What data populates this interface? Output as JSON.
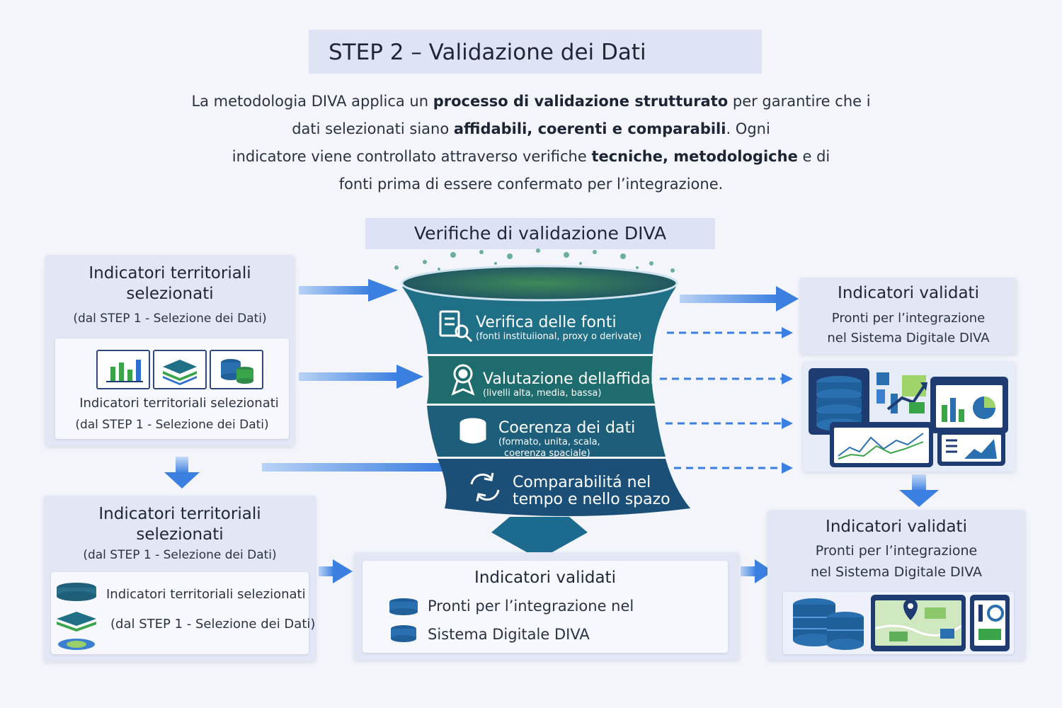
{
  "header": {
    "title": "STEP 2 – Validazione dei Dati"
  },
  "intro": {
    "line1_a": "La metodologia DIVA applica un ",
    "line1_b": "processo di validazione strutturato",
    "line1_c": " per garantire che i",
    "line2_a": "dati selezionati siano ",
    "line2_b": "affidabili, coerenti e comparabili",
    "line2_c": ". Ogni",
    "line3_a": "indicatore viene controllato attraverso verifiche ",
    "line3_b": "tecniche, metodologiche",
    "line3_c": " e di",
    "line4": "fonti prima di essere confermato per l’integrazione."
  },
  "funnel": {
    "title": "Verifiche di validazione DIVA",
    "stages": [
      {
        "title": "Verifica delle fonti",
        "subtitle": "(fonti instituiional, proxy o derivate)",
        "icon": "document-search-icon"
      },
      {
        "title": "Valutazione dellaffidab",
        "subtitle": "(livelli alta, media, bassa)",
        "icon": "award-ribbon-icon"
      },
      {
        "title": "Coerenza dei dati",
        "subtitle1": "(formato, unita, scala,",
        "subtitle2": "coerenza spaciale)",
        "icon": "database-icon"
      },
      {
        "title1": "Comparabilitá nel",
        "title2": "tempo e nello spazo",
        "icon": "refresh-icon"
      }
    ],
    "colors": [
      "#1f6f86",
      "#1e6c6e",
      "#1d5f7a",
      "#1b4f78"
    ]
  },
  "left_top": {
    "title1": "Indicatori territoriali",
    "title2": "selezionati",
    "subtitle": "(dal STEP 1 - Selezione dei Dati)",
    "inner_title": "Indicatori territoriali selezionati",
    "inner_subtitle": "(dal STEP 1 - Selezione dei Dati)",
    "icons": [
      "bar-chart-icon",
      "layers-icon",
      "database-stack-icon"
    ]
  },
  "left_bottom": {
    "title1": "Indicatori territoriali",
    "title2": "selezionati",
    "subtitle": "(dal STEP 1 - Selezione dei Dati)",
    "item1": "Indicatori territoriali selezionati",
    "item2": "(dal STEP 1 - Selezione dei Dati)"
  },
  "center_bottom": {
    "title": "Indicatori validati",
    "item1": "Pronti per l’integrazione nel",
    "item2": "Sistema Digitale DIVA"
  },
  "right_top": {
    "title": "Indicatori validati",
    "line1": "Pronti per l’integrazione",
    "line2": "nel Sistema Digitale DIVA"
  },
  "right_bottom": {
    "title": "Indicatori validati",
    "line1": "Pronti per l’integrazione",
    "line2": "nel Sistema Digitale DIVA"
  },
  "colors": {
    "arrow": "#3b7fe0",
    "card": "#e3e7f5",
    "navy": "#1f3c72",
    "green": "#3aa548"
  }
}
